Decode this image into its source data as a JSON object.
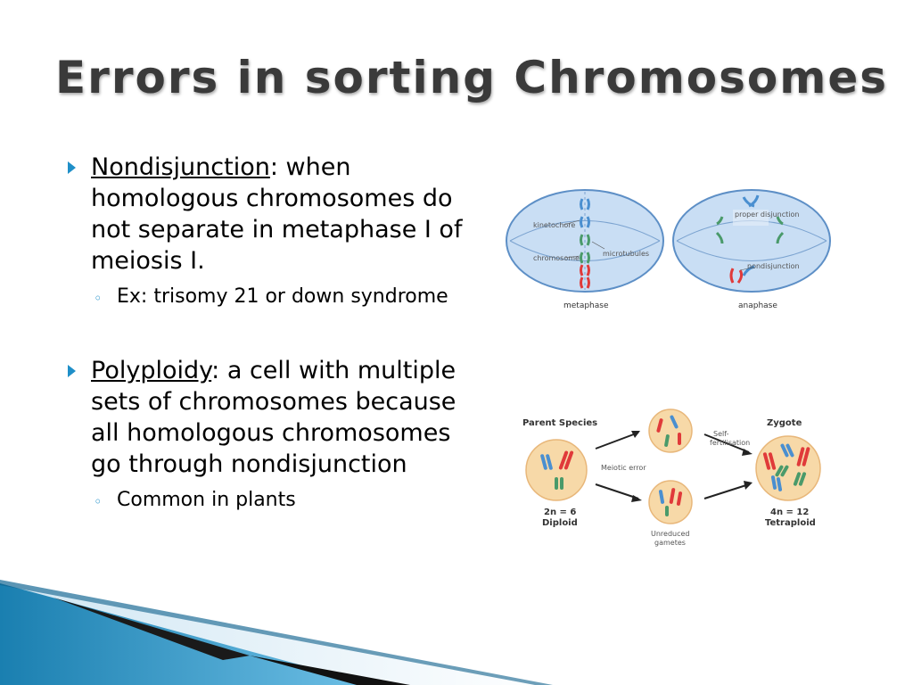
{
  "title": "Errors in sorting Chromosomes",
  "bullets": [
    {
      "term": "Nondisjunction",
      "text": ": when homologous chromosomes do not separate in metaphase I of meiosis I.",
      "sub": "Ex: trisomy 21 or down syndrome"
    },
    {
      "term": "Polyploidy",
      "text": ": a cell with multiple sets of chromosomes because all homologous chromosomes go through nondisjunction",
      "sub": "Common in plants"
    }
  ],
  "figure_meiosis": {
    "labels": {
      "kinetochore": "kinetochore",
      "chromosome": "chromosome",
      "microtubules": "microtubules",
      "proper_disjunction": "proper disjunction",
      "nondisjunction": "nondisjunction",
      "metaphase": "metaphase",
      "anaphase": "anaphase"
    }
  },
  "figure_polyploidy": {
    "labels": {
      "parent_species": "Parent Species",
      "diploid_count": "2n = 6",
      "diploid": "Diploid",
      "meiotic_error": "Meiotic error",
      "self_fertilisation": "Self-fertilisation",
      "unreduced_gametes": "Unreduced gametes",
      "zygote": "Zygote",
      "tetraploid_count": "4n = 12",
      "tetraploid": "Tetraploid"
    }
  },
  "colors": {
    "bullet_accent": "#1f8fc8",
    "cell_fill": "#c9def4",
    "cell_border": "#5d8fc6",
    "chrom_blue": "#4a8fd0",
    "chrom_green": "#4a9a6a",
    "chrom_red": "#e03a3a",
    "gamete_fill": "#f7d9a8"
  }
}
